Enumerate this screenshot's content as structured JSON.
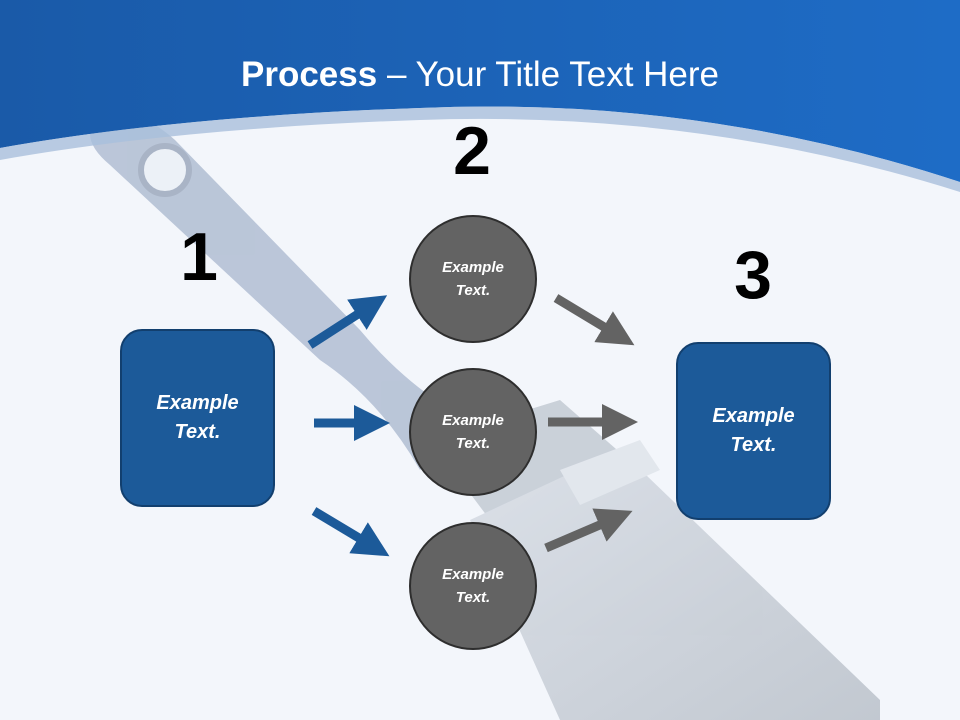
{
  "title": {
    "bold": "Process",
    "rest": " – Your Title Text Here"
  },
  "steps": [
    {
      "number": "1",
      "lines": [
        "Example",
        "Text."
      ]
    },
    {
      "number": "2",
      "items": [
        {
          "lines": [
            "Example",
            "Text."
          ]
        },
        {
          "lines": [
            "Example",
            "Text."
          ]
        },
        {
          "lines": [
            "Example",
            "Text."
          ]
        }
      ]
    },
    {
      "number": "3",
      "lines": [
        "Example",
        "Text."
      ]
    }
  ],
  "colors": {
    "header_blue": "#1c5fae",
    "box_blue": "#1c5a99",
    "circle_gray": "#636363",
    "arrow_blue": "#1c5a99",
    "arrow_gray": "#636363"
  },
  "background_image": "paintbrush"
}
